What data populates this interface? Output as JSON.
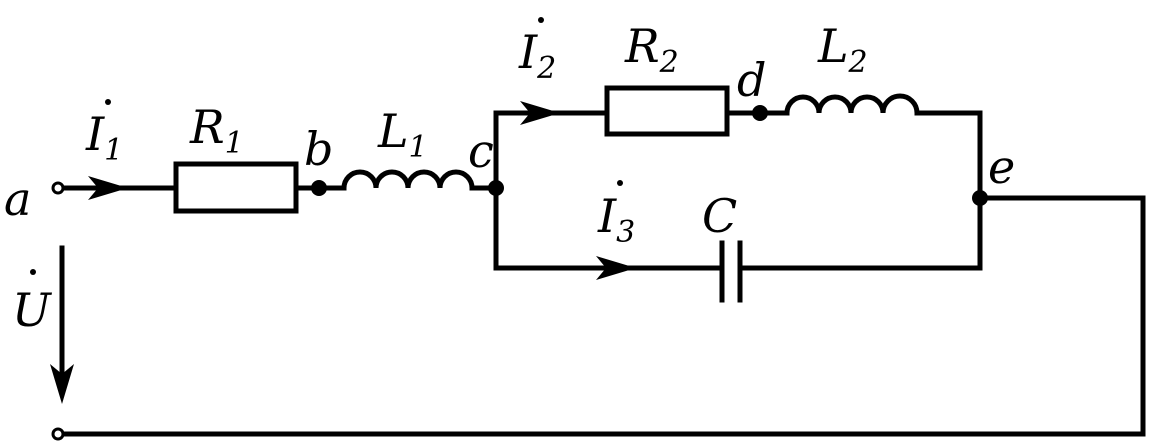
{
  "nodes": {
    "a": "a",
    "b": "b",
    "c": "c",
    "d": "d",
    "e": "e"
  },
  "components": {
    "R1": {
      "symbol": "R",
      "sub": "1"
    },
    "R2": {
      "symbol": "R",
      "sub": "2"
    },
    "L1": {
      "symbol": "L",
      "sub": "1"
    },
    "L2": {
      "symbol": "L",
      "sub": "2"
    },
    "C": {
      "symbol": "C"
    }
  },
  "currents": {
    "I1": {
      "symbol": "I",
      "sub": "1"
    },
    "I2": {
      "symbol": "I",
      "sub": "2"
    },
    "I3": {
      "symbol": "I",
      "sub": "3"
    }
  },
  "voltage": {
    "symbol": "U"
  }
}
